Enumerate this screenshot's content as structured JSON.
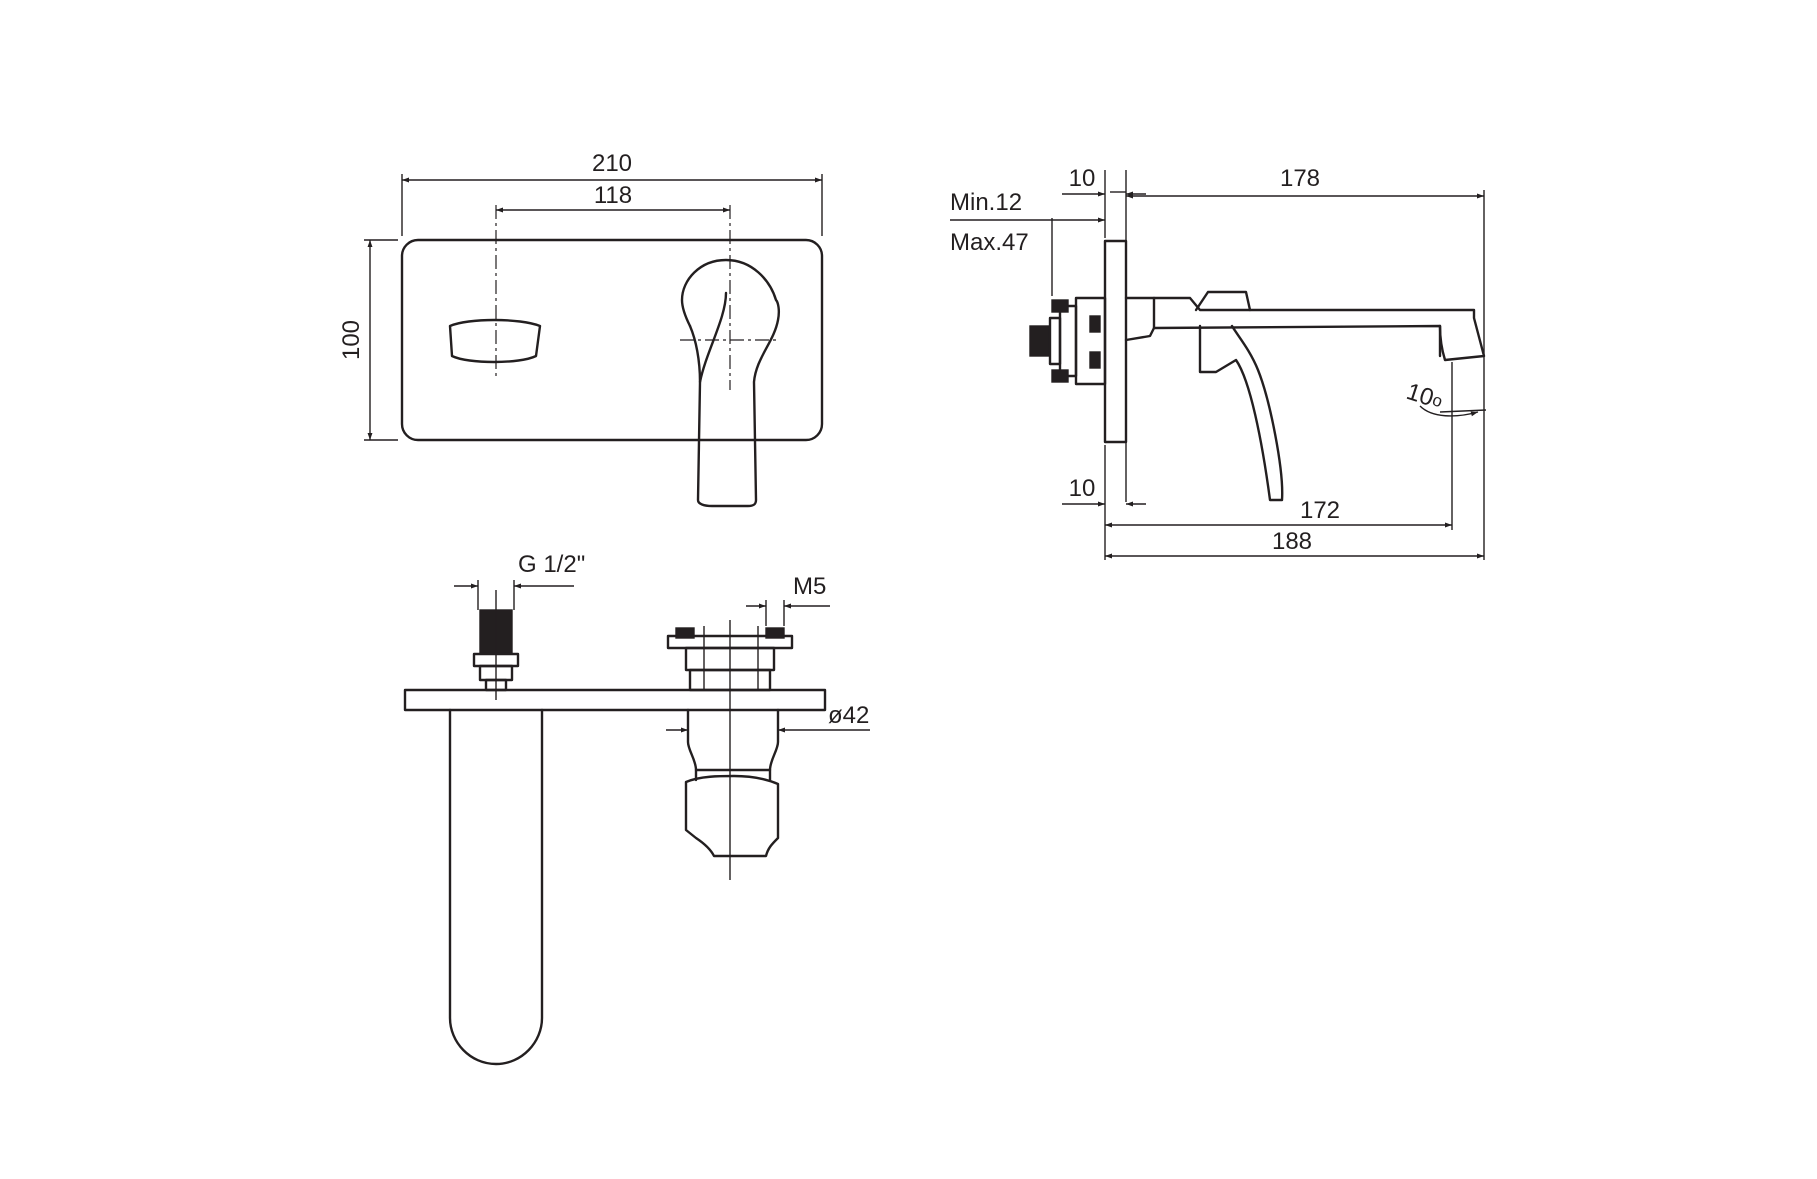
{
  "dimensions": {
    "front_width": "210",
    "front_spacing": "118",
    "front_height": "100",
    "side_plate_top": "10",
    "side_projection": "178",
    "side_min": "Min.12",
    "side_max": "Max.47",
    "side_angle": "10",
    "side_angle_unit": "o",
    "side_plate_bottom": "10",
    "side_spout": "172",
    "side_overall": "188",
    "top_thread": "G 1/2\"",
    "top_screw": "M5",
    "top_diameter": "ø42"
  }
}
